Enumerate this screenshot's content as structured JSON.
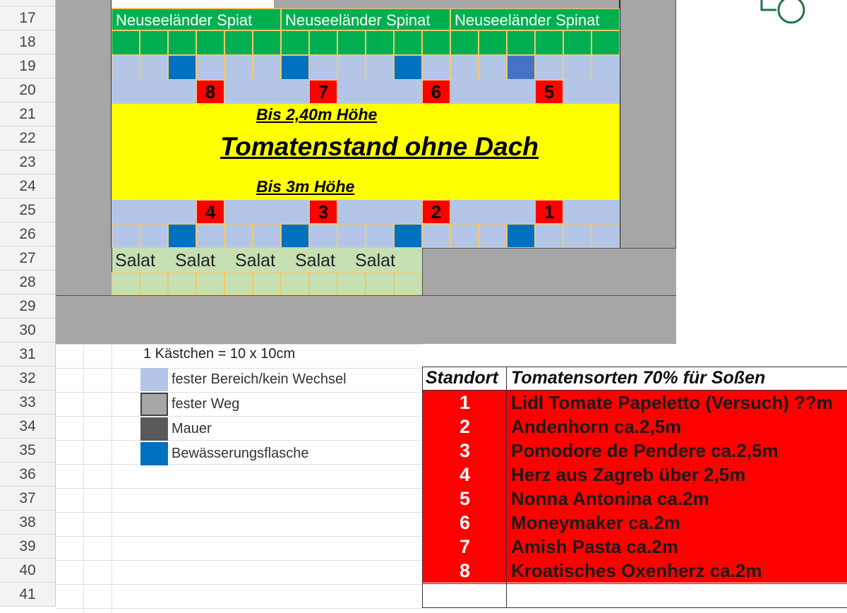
{
  "row_headers": [
    "17",
    "18",
    "19",
    "20",
    "21",
    "22",
    "23",
    "24",
    "25",
    "26",
    "27",
    "28",
    "29",
    "30",
    "31",
    "32",
    "33",
    "34",
    "35",
    "36",
    "37",
    "38",
    "39",
    "40",
    "41"
  ],
  "spinach_labels": [
    "Neuseeländer Spiat",
    "Neuseeländer Spinat",
    "Neuseeländer Spinat"
  ],
  "markers_top": [
    "8",
    "7",
    "6",
    "5"
  ],
  "markers_bottom": [
    "4",
    "3",
    "2",
    "1"
  ],
  "stand": {
    "line1": "Bis 2,40m Höhe",
    "title": "Tomatenstand ohne Dach",
    "line2": "Bis 3m Höhe"
  },
  "salat_labels": [
    "Salat",
    "Salat",
    "Salat",
    "Salat",
    "Salat"
  ],
  "legend": {
    "scale": "1 Kästchen = 10 x 10cm",
    "items": [
      {
        "label": "fester Bereich/kein Wechsel",
        "color": "#b4c6e7"
      },
      {
        "label": "fester Weg",
        "color": "#a6a6a6"
      },
      {
        "label": "Mauer",
        "color": "#595959"
      },
      {
        "label": "Bewässerungsflasche",
        "color": "#0070c0"
      }
    ]
  },
  "table": {
    "header_standort": "Standort",
    "header_sorten": "Tomatensorten 70% für Soßen",
    "rows": [
      {
        "num": "1",
        "name": "Lidl Tomate Papeletto (Versuch)  ??m"
      },
      {
        "num": "2",
        "name": "Andenhorn ca.2,5m"
      },
      {
        "num": "3",
        "name": "Pomodore de Pendere ca.2,5m"
      },
      {
        "num": "4",
        "name": "Herz aus Zagreb über 2,5m"
      },
      {
        "num": "5",
        "name": "Nonna Antonina ca.2m"
      },
      {
        "num": "6",
        "name": "Moneymaker ca.2m"
      },
      {
        "num": "7",
        "name": "Amish Pasta ca.2m"
      },
      {
        "num": "8",
        "name": "Kroatisches Oxenherz ca.2m"
      }
    ]
  },
  "colors": {
    "path_gray": "#a6a6a6",
    "green": "#00b050",
    "light_blue": "#b4c6e7",
    "water_blue": "#0070c0",
    "yellow": "#ffff00",
    "red": "#ff0000",
    "salad_green": "#c6e0b4"
  }
}
